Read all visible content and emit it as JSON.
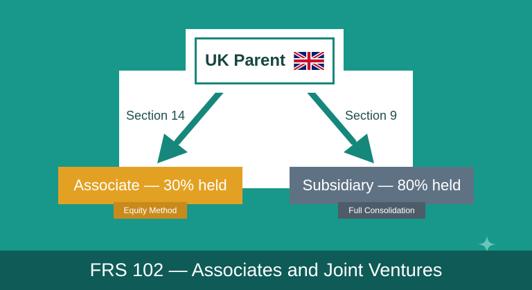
{
  "parent": {
    "label": "UK Parent",
    "flag_icon": "union-jack-icon"
  },
  "edges": [
    {
      "label": "Section 14",
      "target": "associate"
    },
    {
      "label": "Section 9",
      "target": "subsidiary"
    }
  ],
  "nodes": {
    "associate": {
      "label": "Associate — 30% held",
      "method": "Equity Method",
      "color": "#e3a123"
    },
    "subsidiary": {
      "label": "Subsidiary — 80% held",
      "method": "Full Consolidation",
      "color": "#5f7284"
    }
  },
  "footer": {
    "title": "FRS 102 — Associates and Joint Ventures"
  },
  "colors": {
    "background": "#17988a",
    "arrow": "#16877b",
    "footer": "#0e5b57"
  }
}
